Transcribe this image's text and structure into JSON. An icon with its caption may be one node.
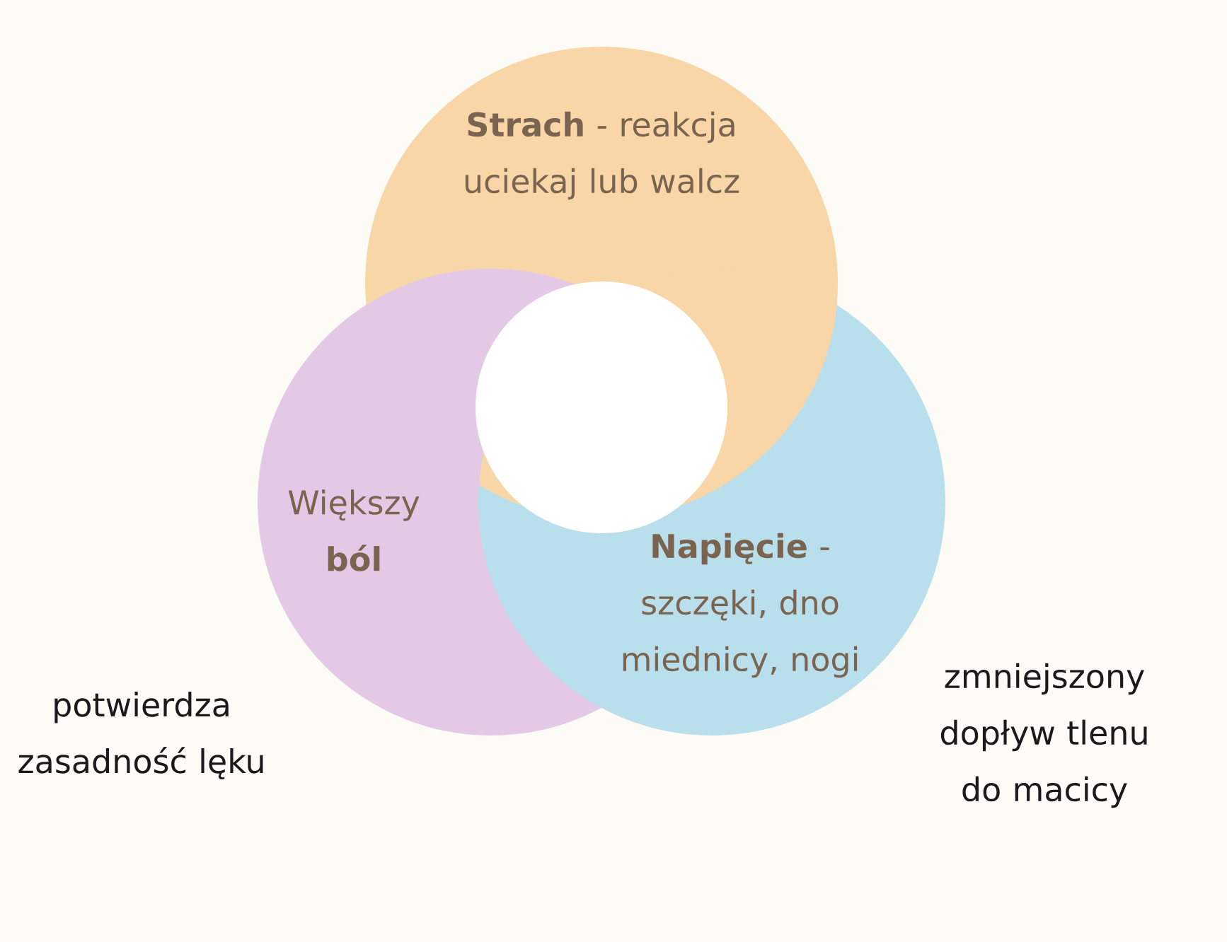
{
  "diagram": {
    "nodes": [
      {
        "text": [
          "**Strach** - reakcja uciekaj lub walcz"
        ]
      },
      {
        "text": [
          "**Napięcie** - szczęki, dno miednicy, nogi"
        ]
      },
      {
        "text": [
          "Większy **ból**"
        ]
      },
      {
        "text": [
          "potwierdza zasadność lęku"
        ]
      },
      {
        "text": [
          "zmniejszony dopływ tlenu do macicy"
        ]
      }
    ]
  }
}
